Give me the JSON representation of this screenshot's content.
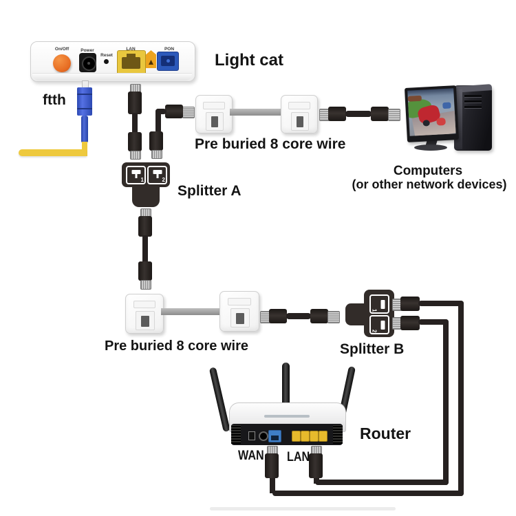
{
  "ont": {
    "title": "Light cat",
    "port_labels": {
      "onoff": "On/Off",
      "power": "Power",
      "reset": "Reset",
      "lan": "LAN",
      "pon": "PON"
    }
  },
  "fiber": {
    "label": "ftth"
  },
  "wire_top": {
    "label": "Pre buried 8 core wire"
  },
  "wire_bottom": {
    "label": "Pre buried 8 core wire"
  },
  "splitter_a": {
    "label": "Splitter A",
    "ports": [
      "1",
      "2"
    ]
  },
  "splitter_b": {
    "label": "Splitter B",
    "ports": [
      "1",
      "2"
    ]
  },
  "computers": {
    "line1": "Computers",
    "line2": "(or other network devices)"
  },
  "router": {
    "label": "Router",
    "wan_label": "WAN",
    "lan_label": "LAN"
  },
  "colors": {
    "fiber_yellow": "#eec93e",
    "sc_connector_blue": "#3a57c8",
    "onoff_orange": "#e8722a",
    "ont_lan_yellow": "#e9c73e",
    "ont_pon_blue": "#2c59ba",
    "cable_black": "#262120",
    "buried_wire_gray": "#9a9a9a",
    "router_wan_blue": "#3f7ec7",
    "router_lan_yellow": "#e7ba2c"
  }
}
